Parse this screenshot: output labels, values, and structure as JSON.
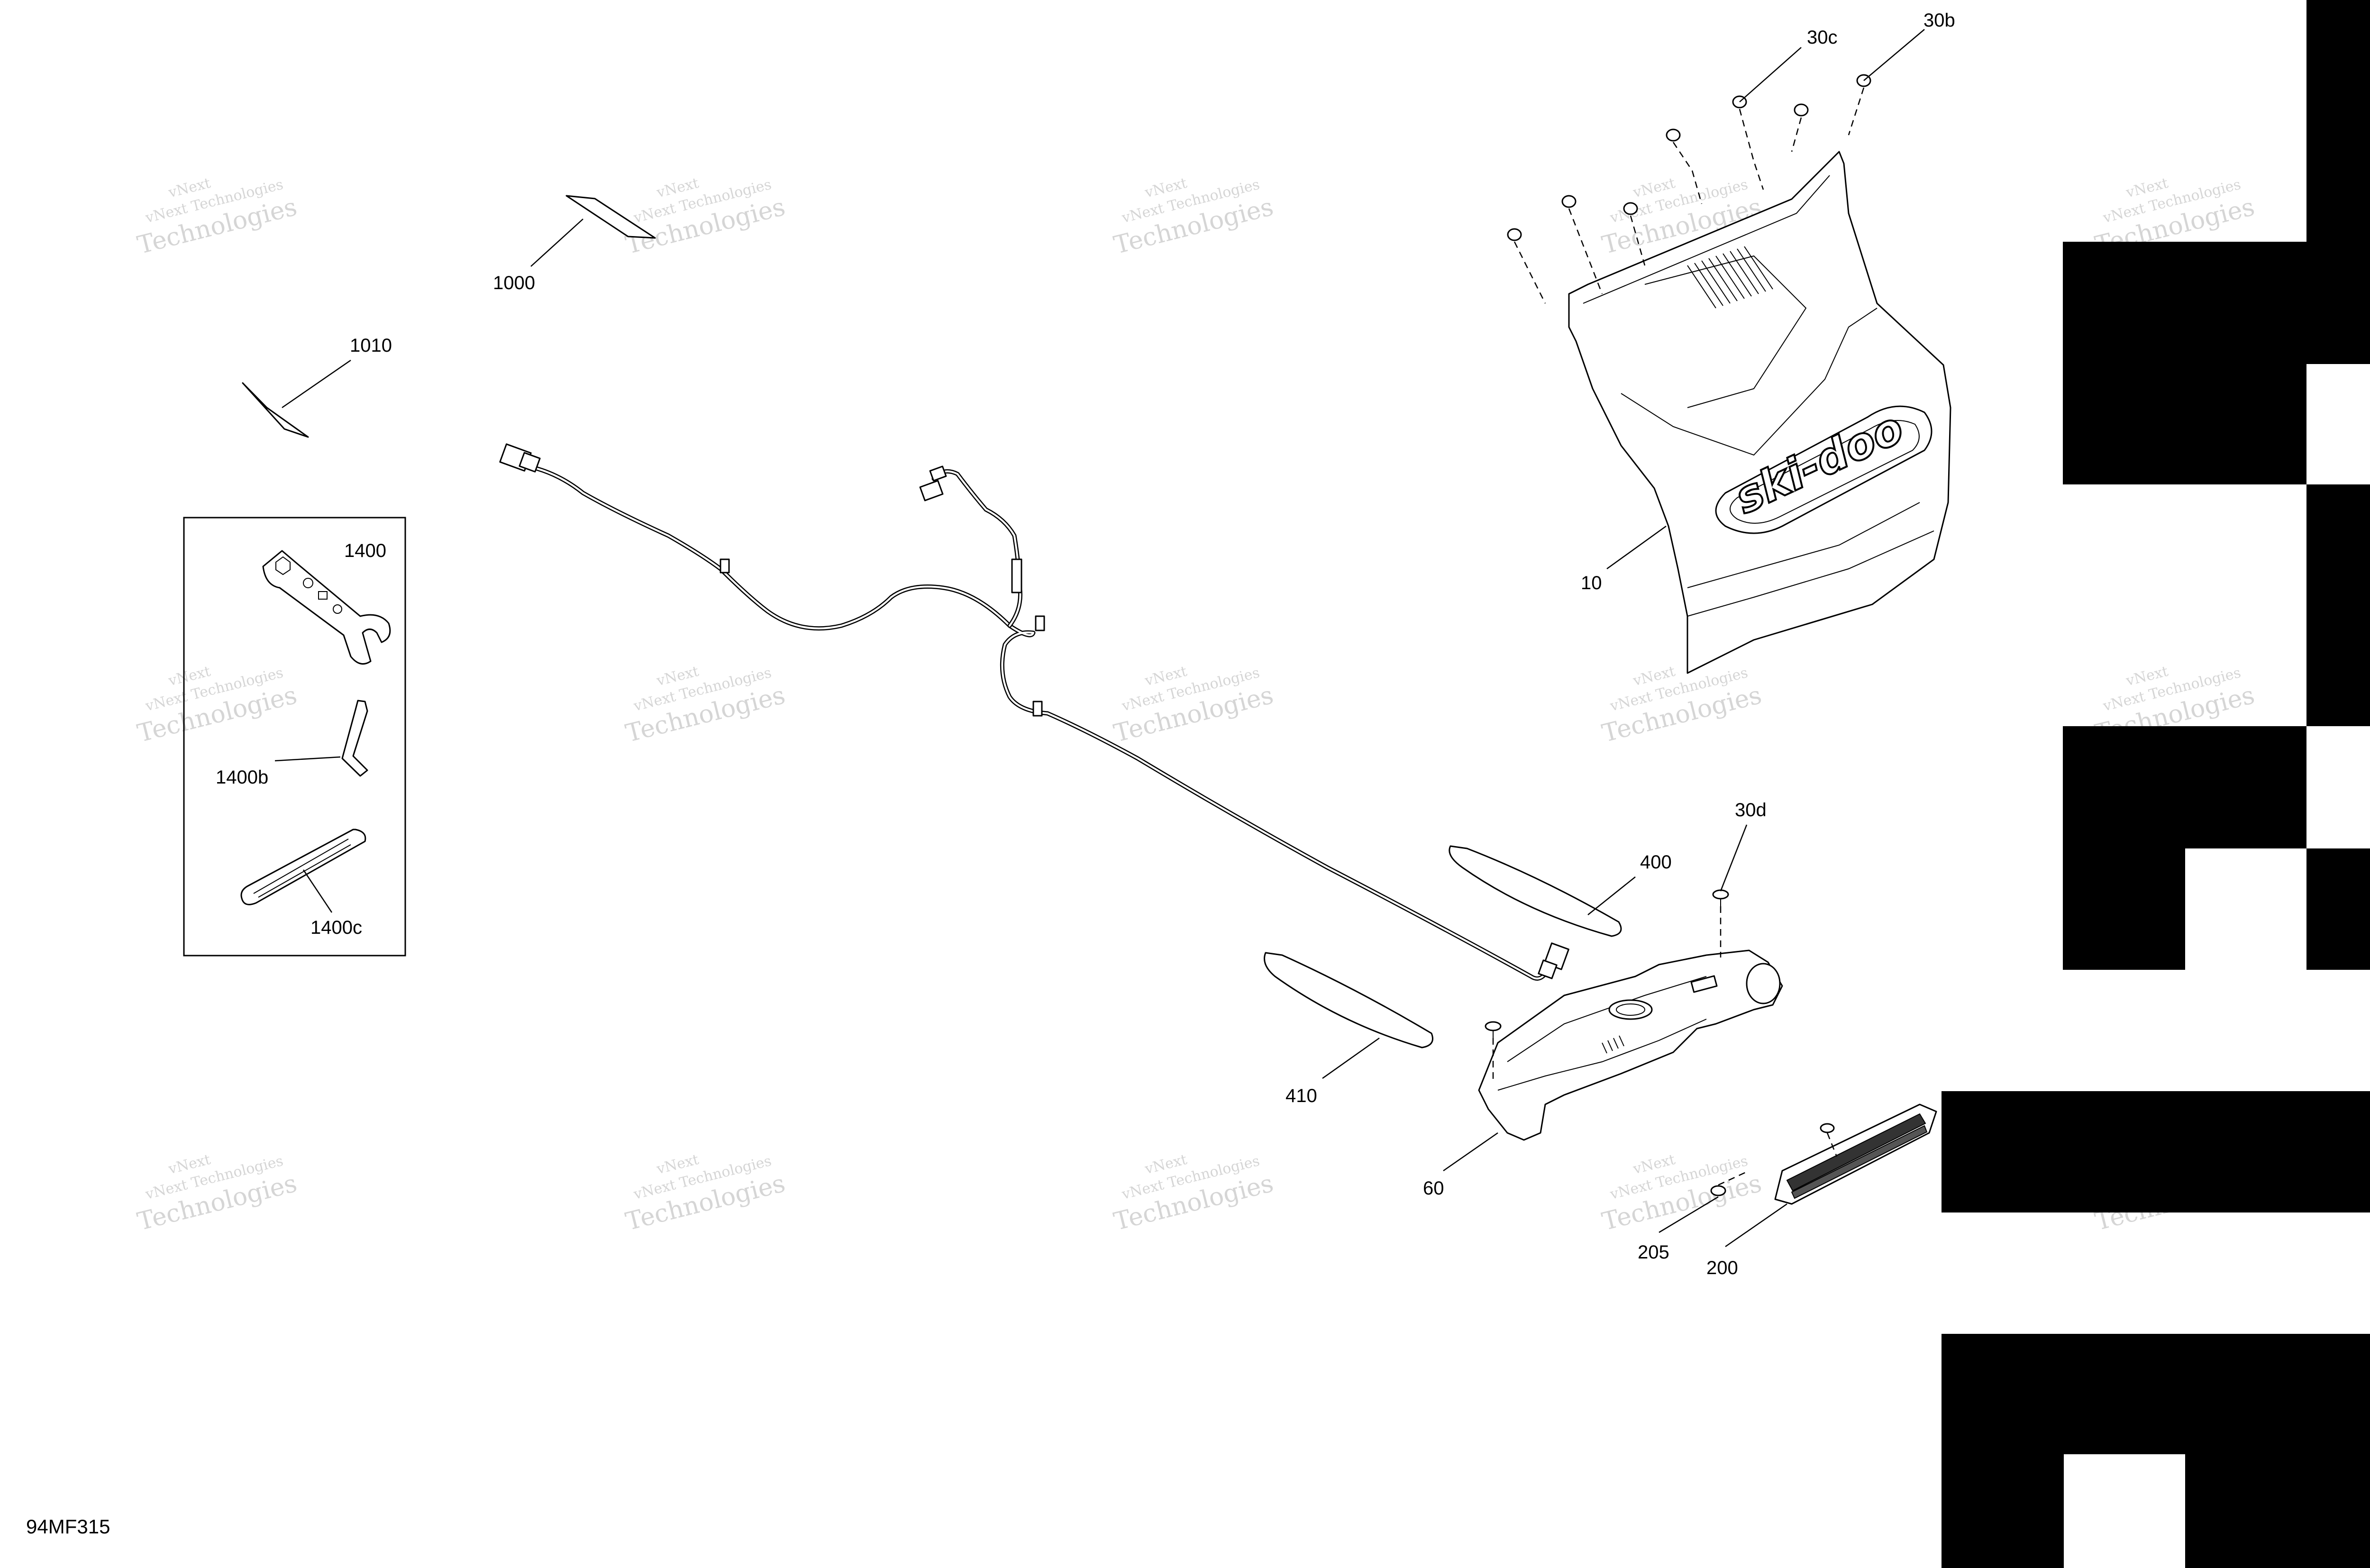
{
  "diagram_code": "94MF315",
  "watermark": {
    "line1": "vNext Technologies",
    "line2": "Technologies",
    "line3": "vNext"
  },
  "callouts": {
    "p30c": "30c",
    "p30b": "30b",
    "p1000": "1000",
    "p1010": "1010",
    "p1400": "1400",
    "p1400b": "1400b",
    "p1400c": "1400c",
    "p10": "10",
    "p30d": "30d",
    "p400": "400",
    "p410": "410",
    "p60": "60",
    "p205": "205",
    "p200": "200"
  },
  "logo_text": "ski-doo"
}
